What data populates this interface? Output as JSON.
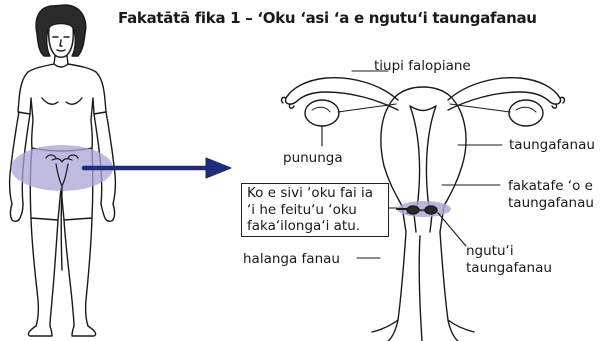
{
  "figure": {
    "title": "Fakatātā fika 1 – ‘Oku ‘asi ‘a e ngutu‘i taungafanau",
    "labels": {
      "fallopian_tube": "tiupi falopiane",
      "ovary": "pununga",
      "uterus": "taungafanau",
      "uterine_wall_line1": "fakatafe ‘o e",
      "uterine_wall_line2": "taungafanau",
      "vagina": "halanga fanau",
      "cervix_line1": "ngutu‘i",
      "cervix_line2": "taungafanau"
    },
    "callout": {
      "line1": "Ko e sivi ‘oku fai ia",
      "line2": "‘i he feitu‘u ‘oku",
      "line3": "faka‘ilonga‘i atu."
    }
  },
  "colors": {
    "highlight": "#a9a4d6",
    "arrow": "#1f2a7a",
    "line": "#1a1a1a"
  }
}
